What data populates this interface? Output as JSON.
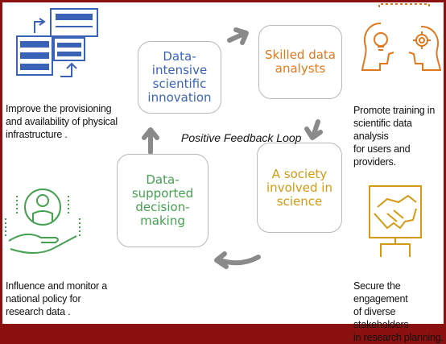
{
  "colors": {
    "frame": "#8b1111",
    "blue": "#3a63b8",
    "orange": "#e0781e",
    "gold": "#d49a12",
    "green": "#44a050",
    "arrow": "#8a8a8a"
  },
  "nodes": {
    "innovation": "Data-intensive scientific innovation",
    "analysts": "Skilled data analysts",
    "society": "A society involved in science",
    "decision": "Data-supported decision-making"
  },
  "center_label": "Positive Feedback Loop",
  "captions": {
    "infrastructure": "Improve the provisioning\nand availability of physical\ninfrastructure .",
    "training": "Promote training in\nscientific data analysis\nfor users and providers.",
    "policy": "Influence and monitor a\nnational policy for\nresearch data .",
    "engagement": "Secure the engagement\nof diverse stakeholders\nin research planning."
  },
  "icons": {
    "infrastructure": "server-rack-icon",
    "training": "head-lightbulb-gear-icon",
    "policy": "hand-holding-person-icon",
    "engagement": "handshake-icon"
  }
}
